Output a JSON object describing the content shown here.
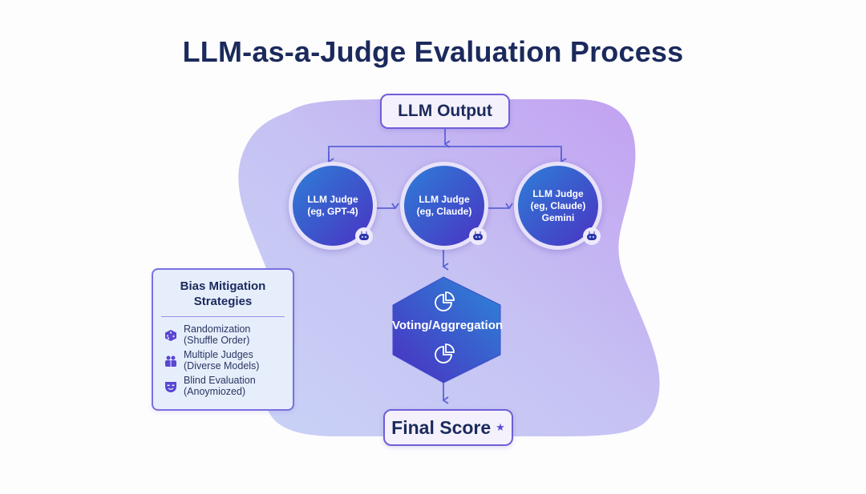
{
  "title": "LLM-as-a-Judge Evaluation Process",
  "colors": {
    "title": "#1b2a5c",
    "accent": "#5a4ad6",
    "arrow": "#5b63d8",
    "blob_light": "#c7cdf6",
    "blob_dark": "#c3a3f2",
    "node_gradient_start": "#2f7fd8",
    "node_gradient_end": "#4a33c4"
  },
  "diagram": {
    "input": {
      "label": "LLM Output"
    },
    "judges": [
      {
        "line1": "LLM Judge",
        "line2": "(eg, GPT-4)",
        "line3": "",
        "icon": "robot-icon"
      },
      {
        "line1": "LLM Judge",
        "line2": "(eg, Claude)",
        "line3": "",
        "icon": "robot-icon"
      },
      {
        "line1": "LLM Judge",
        "line2": "(eg, Claude)",
        "line3": "Gemini",
        "icon": "robot-icon"
      }
    ],
    "aggregation": {
      "label": "Voting/Aggregation",
      "icon": "pie-chart-icon"
    },
    "output": {
      "label": "Final Score",
      "icon": "star-icon"
    }
  },
  "bias_panel": {
    "title_line1": "Bias Mitigation",
    "title_line2": "Strategies",
    "items": [
      {
        "line1": "Randomization",
        "line2": "(Shuffle Order)",
        "icon": "dice-icon"
      },
      {
        "line1": "Multiple Judges",
        "line2": "(Diverse Models)",
        "icon": "judges-group-icon"
      },
      {
        "line1": "Blind Evaluation",
        "line2": "(Anoymiozed)",
        "icon": "mask-icon"
      }
    ]
  }
}
